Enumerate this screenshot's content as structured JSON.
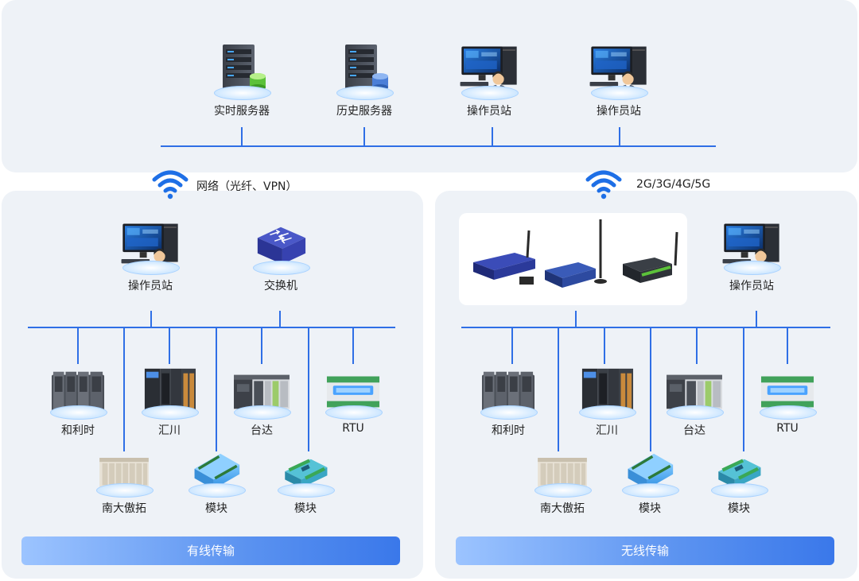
{
  "top": {
    "devices": [
      {
        "label": "实时服务器",
        "icon": "server-database-icon"
      },
      {
        "label": "历史服务器",
        "icon": "server-database-icon"
      },
      {
        "label": "操作员站",
        "icon": "operator-workstation-icon"
      },
      {
        "label": "操作员站",
        "icon": "operator-workstation-icon"
      }
    ]
  },
  "links": {
    "wired_caption": "网络（光纤、VPN）",
    "wireless_caption": "2G/3G/4G/5G"
  },
  "left": {
    "top_devices": [
      {
        "label": "操作员站",
        "icon": "operator-workstation-icon"
      },
      {
        "label": "交换机",
        "icon": "network-switch-icon"
      }
    ],
    "row1": [
      {
        "label": "和利时",
        "icon": "plc-rack-icon"
      },
      {
        "label": "汇川",
        "icon": "plc-controller-icon"
      },
      {
        "label": "台达",
        "icon": "plc-modular-icon"
      },
      {
        "label": "RTU",
        "icon": "rtu-icon"
      }
    ],
    "row2": [
      {
        "label": "南大傲拓",
        "icon": "plc-chassis-icon"
      },
      {
        "label": "模块",
        "icon": "io-module-icon"
      },
      {
        "label": "模块",
        "icon": "io-module-small-icon"
      }
    ],
    "banner": "有线传输"
  },
  "right": {
    "gateways_icon": "wireless-gateway-icon",
    "top_devices": [
      {
        "label": "操作员站",
        "icon": "operator-workstation-icon"
      }
    ],
    "row1": [
      {
        "label": "和利时",
        "icon": "plc-rack-icon"
      },
      {
        "label": "汇川",
        "icon": "plc-controller-icon"
      },
      {
        "label": "台达",
        "icon": "plc-modular-icon"
      },
      {
        "label": "RTU",
        "icon": "rtu-icon"
      }
    ],
    "row2": [
      {
        "label": "南大傲拓",
        "icon": "plc-chassis-icon"
      },
      {
        "label": "模块",
        "icon": "io-module-icon"
      },
      {
        "label": "模块",
        "icon": "io-module-small-icon"
      }
    ],
    "banner": "无线传输"
  },
  "colors": {
    "panel_bg": "#eef2f7",
    "bus": "#2f6fe6",
    "banner_start": "#9cc4ff",
    "banner_end": "#3a78ea",
    "wifi": "#1e6fe6"
  }
}
